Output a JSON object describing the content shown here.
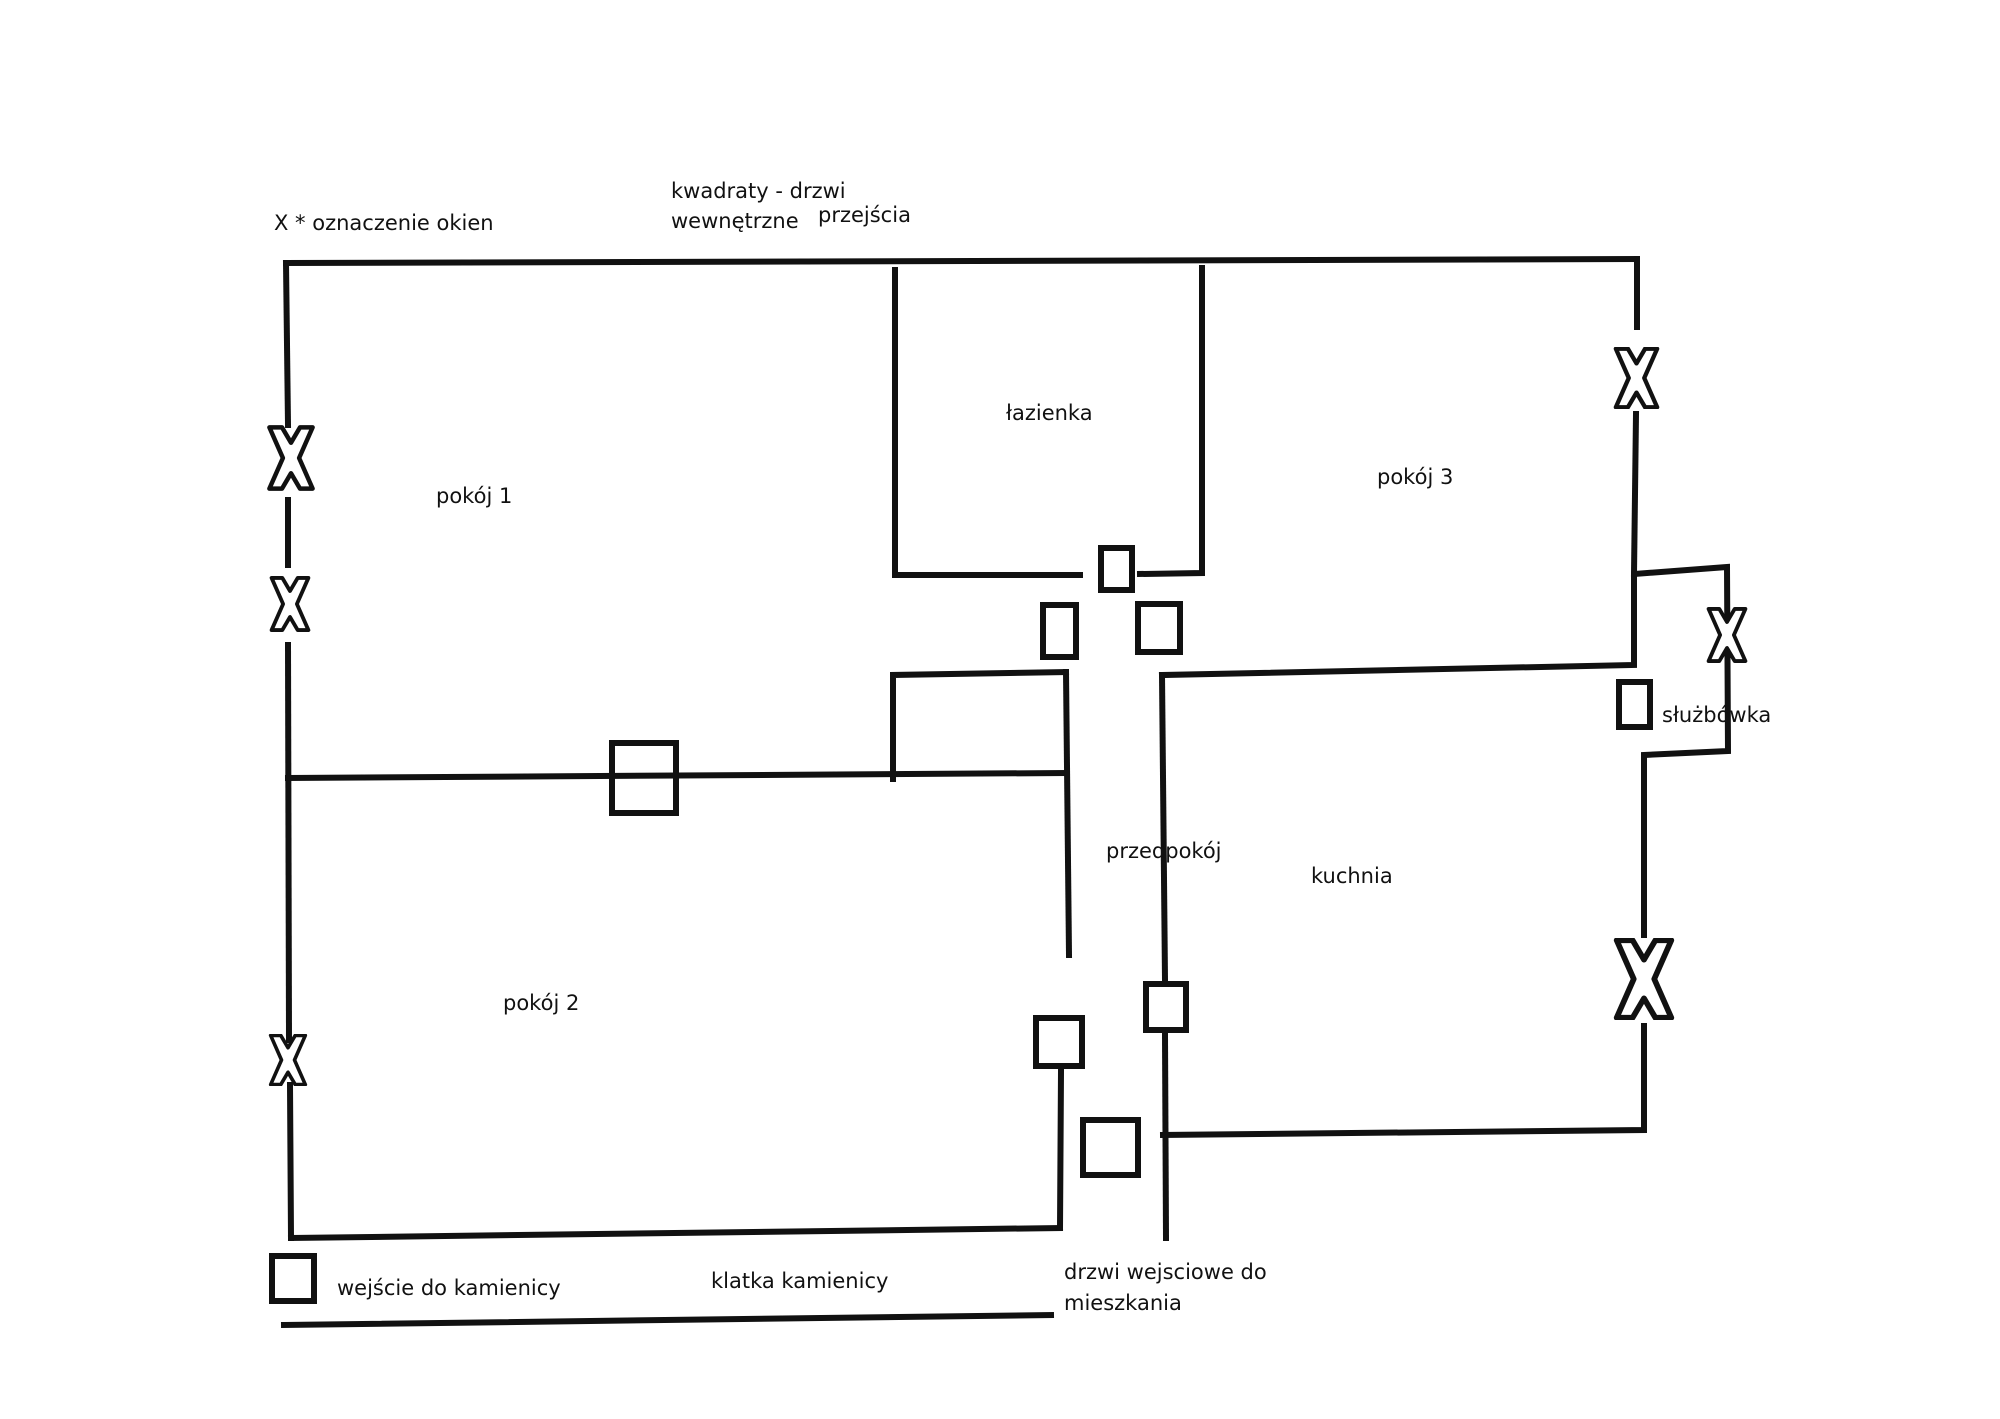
{
  "legend": {
    "windows": "X * oznaczenie okien",
    "doors_line1": "kwadraty - drzwi",
    "doors_line2": "wewnętrzne",
    "doors_line3": "przejścia"
  },
  "rooms": {
    "room1": "pokój 1",
    "room2": "pokój 2",
    "room3": "pokój 3",
    "bathroom": "łazienka",
    "hallway": "przedpokój",
    "kitchen": "kuchnia",
    "service_room": "służbówka"
  },
  "outside": {
    "building_entrance": "wejście do kamienicy",
    "staircase": "klatka kamienicy",
    "entrance_door_line1": "drzwi wejsciowe do",
    "entrance_door_line2": "mieszkania"
  },
  "colors": {
    "ink": "#111111",
    "paper": "#ffffff"
  }
}
